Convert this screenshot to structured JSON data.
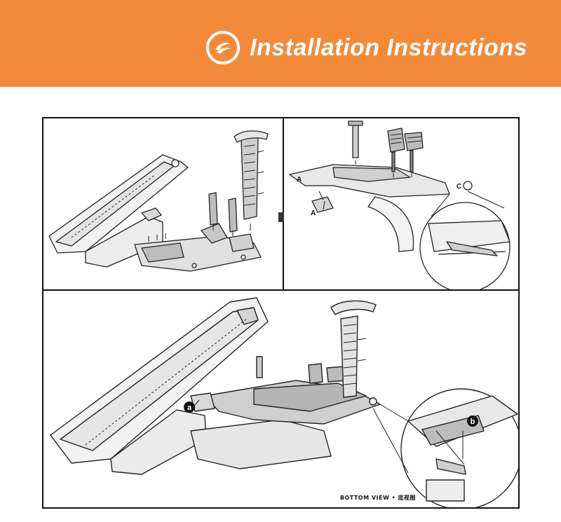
{
  "banner": {
    "title": "Installation Instructions",
    "logo_icon": "swoosh-circle-icon",
    "color": "#f28a3a"
  },
  "diagram": {
    "callouts": {
      "a_upper": "A",
      "a_lower": "A",
      "c": "C",
      "a_small": "a",
      "b_small": "b"
    },
    "caption": "BOTTOM VIEW • 底视图"
  }
}
